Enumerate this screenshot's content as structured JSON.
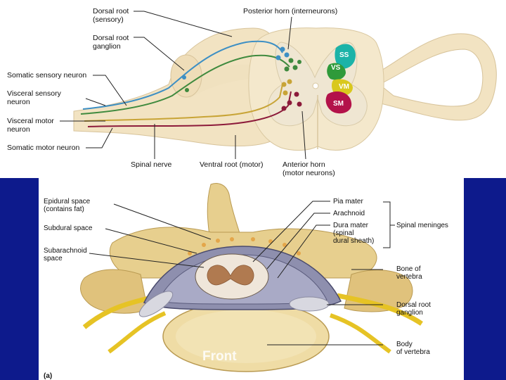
{
  "top_diagram": {
    "labels": {
      "dorsal_root_1": "Dorsal root",
      "dorsal_root_2": "(sensory)",
      "dorsal_root_ganglion_1": "Dorsal root",
      "dorsal_root_ganglion_2": "ganglion",
      "somatic_sensory": "Somatic sensory neuron",
      "visceral_sensory_1": "Visceral sensory",
      "visceral_sensory_2": "neuron",
      "visceral_motor_1": "Visceral motor",
      "visceral_motor_2": "neuron",
      "somatic_motor": "Somatic motor neuron",
      "posterior_horn": "Posterior horn (interneurons)",
      "spinal_nerve": "Spinal nerve",
      "ventral_root": "Ventral root (motor)",
      "anterior_horn_1": "Anterior horn",
      "anterior_horn_2": "(motor neurons)"
    },
    "regions": {
      "ss": "SS",
      "vs": "VS",
      "vm": "VM",
      "sm": "SM"
    },
    "colors": {
      "somatic_sensory": "#3d8fc4",
      "visceral_sensory": "#3f8a3e",
      "visceral_motor": "#c8a436",
      "somatic_motor": "#8c1a3a",
      "ss_region": "#1bb3a8",
      "vs_region": "#2f9a3a",
      "vm_region": "#d9c81e",
      "sm_region": "#b3124a",
      "cord": "#f2e3c2"
    }
  },
  "bottom_diagram": {
    "labels": {
      "epidural_1": "Epidural space",
      "epidural_2": "(contains fat)",
      "subdural": "Subdural space",
      "subarachnoid_1": "Subarachnoid",
      "subarachnoid_2": "space",
      "pia_mater": "Pia mater",
      "arachnoid": "Arachnoid",
      "dura_1": "Dura mater",
      "dura_2": "(spinal",
      "dura_3": "dural sheath)",
      "spinal_meninges": "Spinal meninges",
      "bone_1": "Bone of",
      "bone_2": "vertebra",
      "drg_1": "Dorsal root",
      "drg_2": "ganglion",
      "body_1": "Body",
      "body_2": "of vertebra",
      "panel": "(a)",
      "front": "Front"
    },
    "colors": {
      "side_bars": "#0d1a8c",
      "bone": "#e7cf8e",
      "nerve": "#e6c325"
    }
  }
}
